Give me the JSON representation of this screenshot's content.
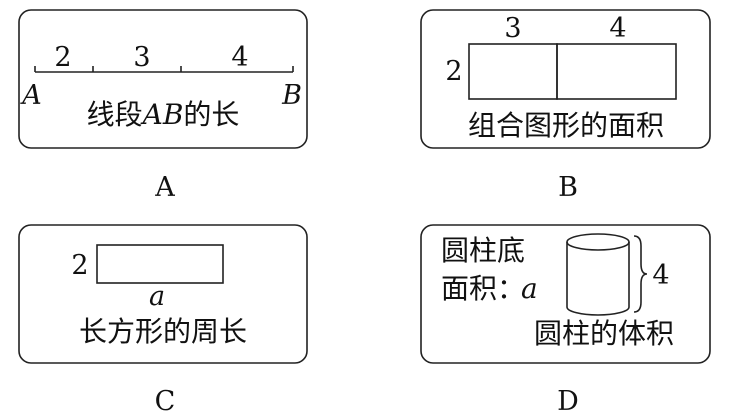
{
  "panels": {
    "A": {
      "letter": "A",
      "segments": [
        "2",
        "3",
        "4"
      ],
      "left_point": "A",
      "right_point": "B",
      "caption_pre": "线段",
      "caption_italic": "AB",
      "caption_post": "的长"
    },
    "B": {
      "letter": "B",
      "side": "2",
      "top_left": "3",
      "top_right": "4",
      "caption": "组合图形的面积"
    },
    "C": {
      "letter": "C",
      "side": "2",
      "bottom": "a",
      "caption": "长方形的周长"
    },
    "D": {
      "letter": "D",
      "label_line1": "圆柱底",
      "label_line2": "面积：",
      "label_var": "a",
      "height": "4",
      "caption": "圆柱的体积"
    }
  }
}
